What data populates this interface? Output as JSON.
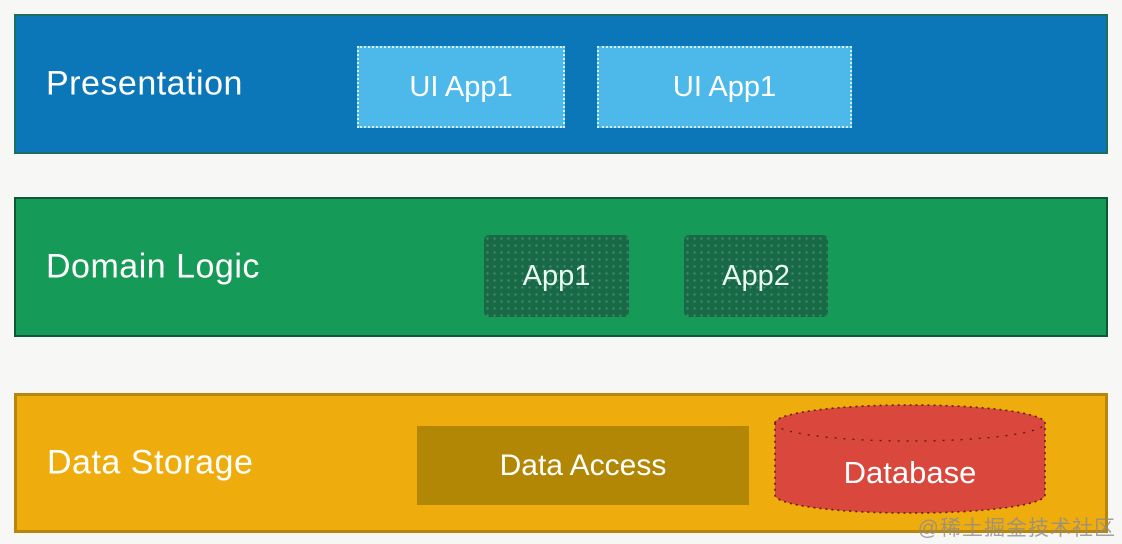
{
  "page": {
    "background": "#f7f7f5",
    "watermark": "@稀土掘金技术社区"
  },
  "colors": {
    "presentation_band": "#0b77b8",
    "ui_app_box": "#4cb9ea",
    "domain_band": "#169a58",
    "domain_app_box": "#186a47",
    "storage_band": "#efac0d",
    "data_access_box": "#b18705",
    "database_cylinder": "#d9473d"
  },
  "layers": [
    {
      "label": "Presentation",
      "boxes": [
        {
          "label": "UI App1"
        },
        {
          "label": "UI App1"
        }
      ]
    },
    {
      "label": "Domain Logic",
      "boxes": [
        {
          "label": "App1"
        },
        {
          "label": "App2"
        }
      ]
    },
    {
      "label": "Data Storage",
      "boxes": [
        {
          "label": "Data Access"
        }
      ],
      "database": {
        "label": "Database",
        "shape": "cylinder"
      }
    }
  ]
}
